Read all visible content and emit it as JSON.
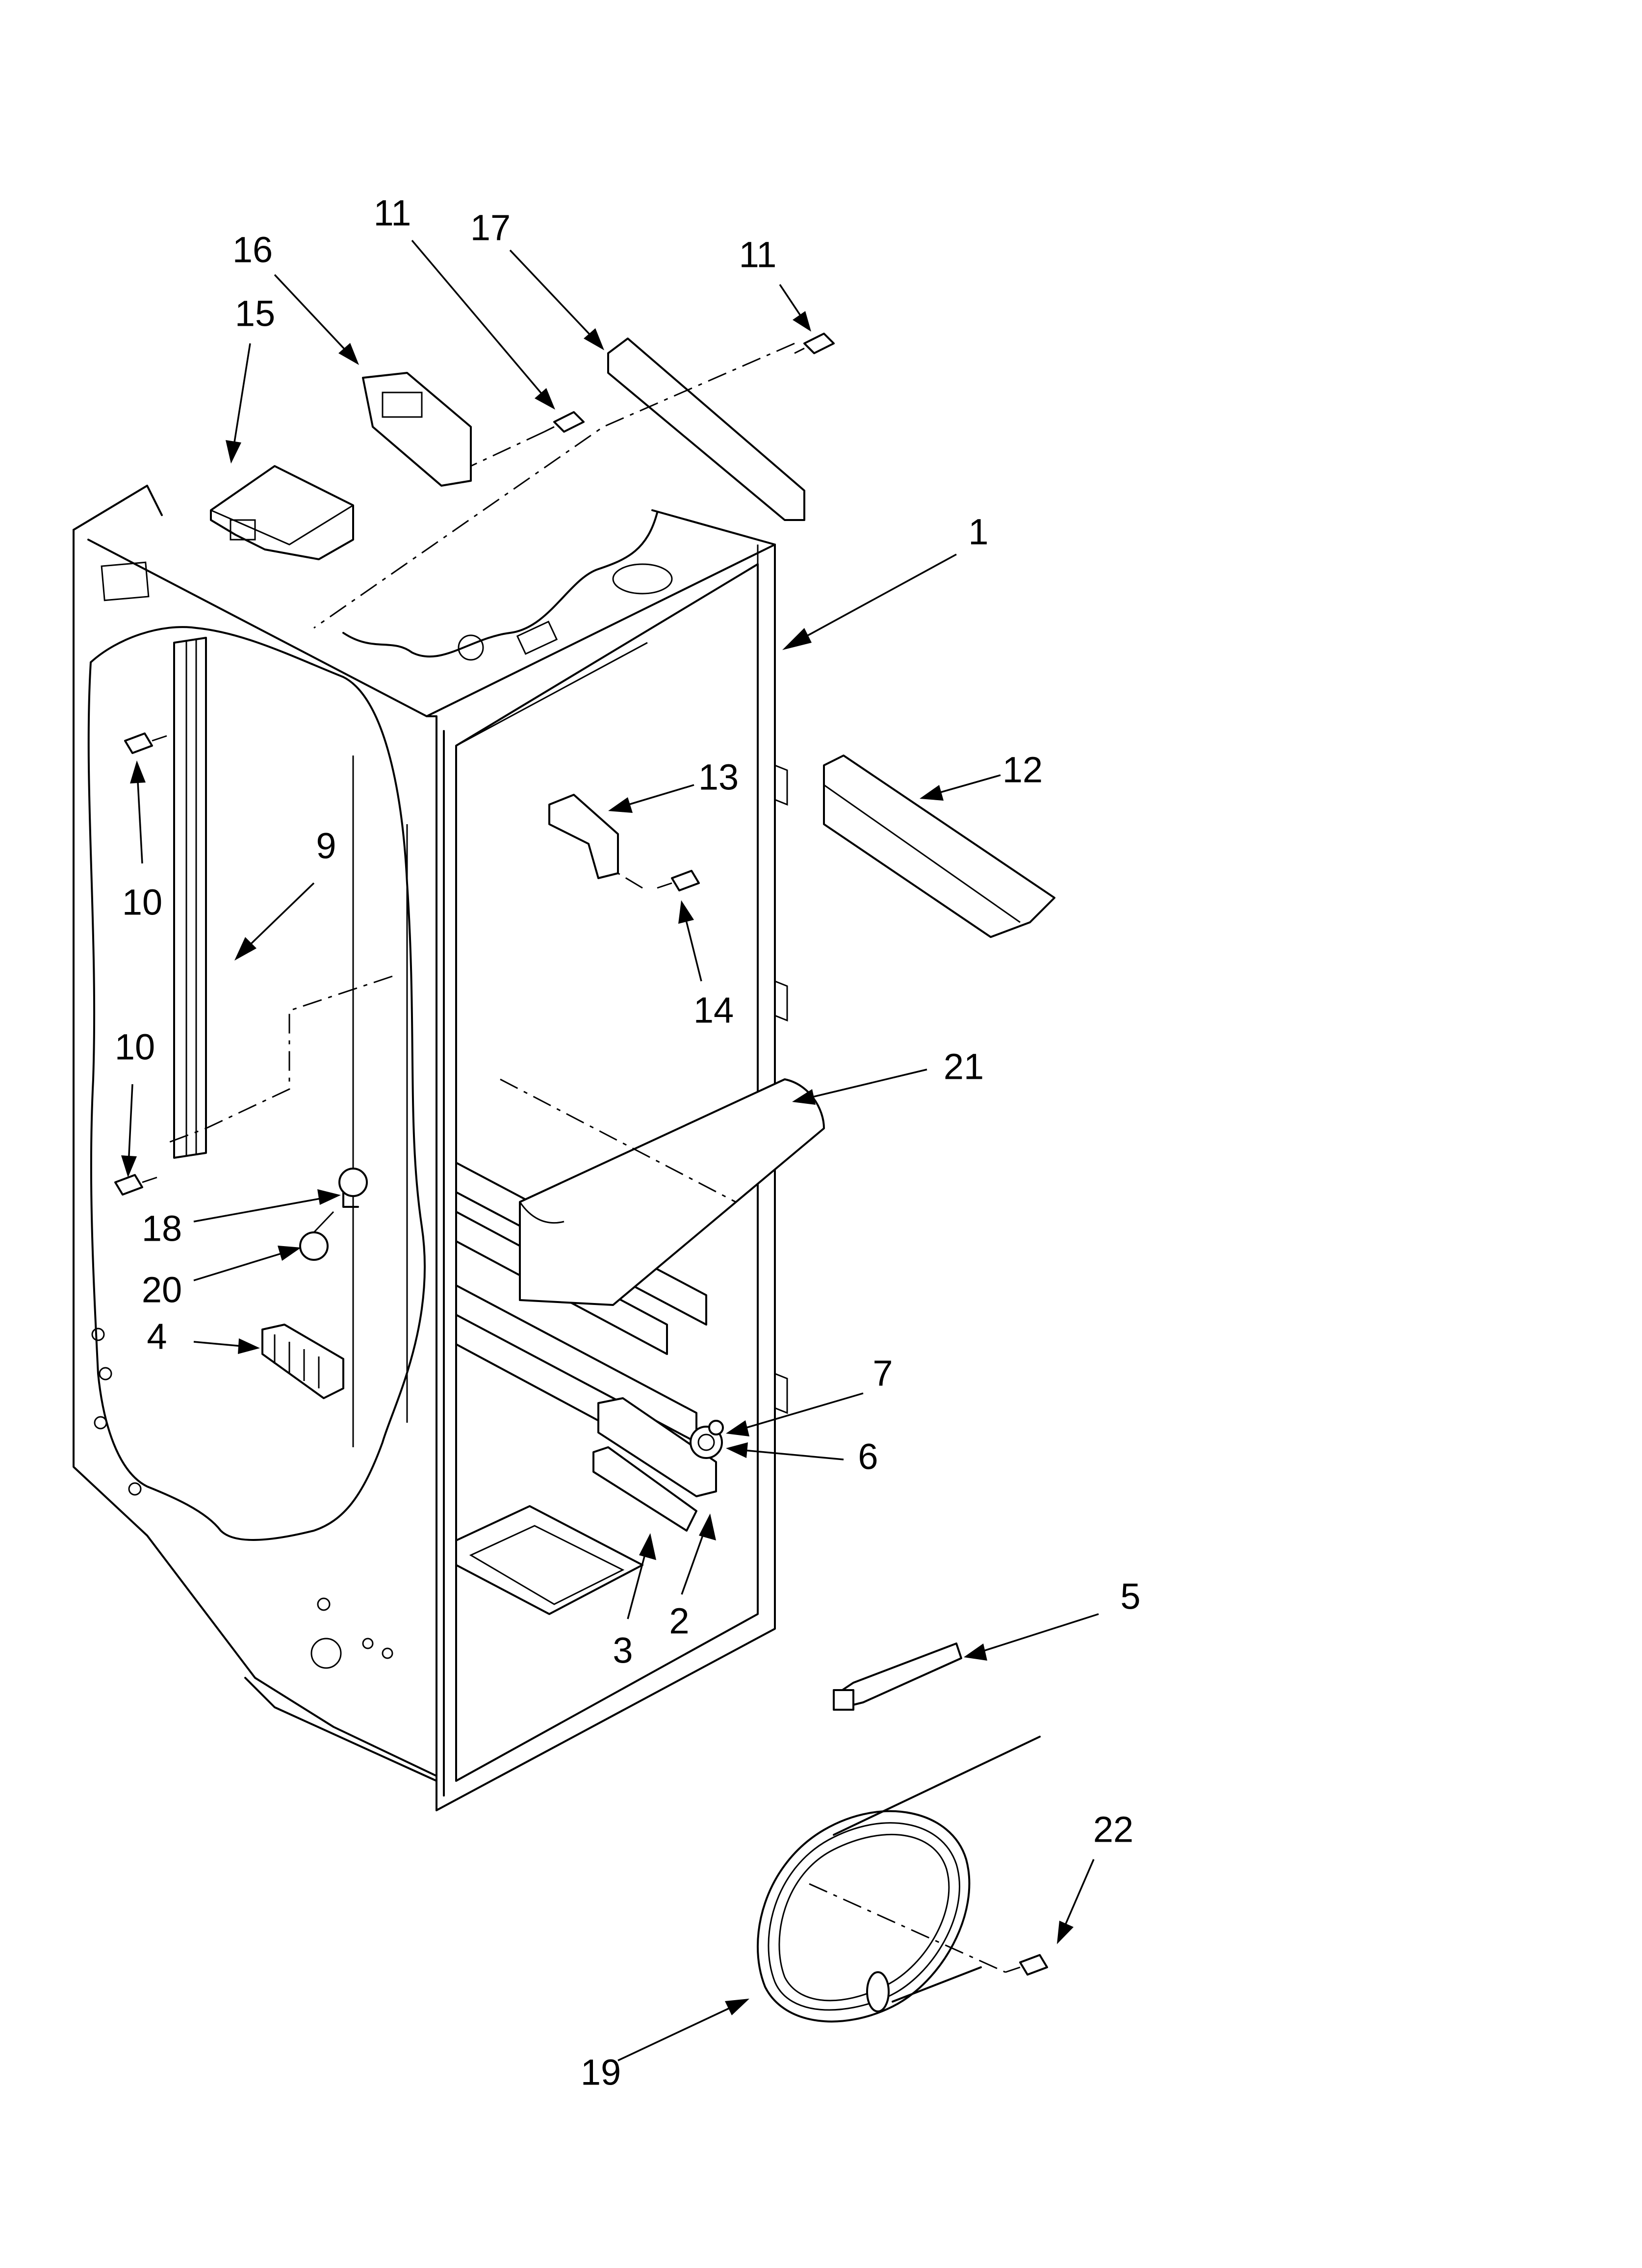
{
  "callouts": [
    {
      "id": "1",
      "label": "1"
    },
    {
      "id": "2",
      "label": "2"
    },
    {
      "id": "3",
      "label": "3"
    },
    {
      "id": "4",
      "label": "4"
    },
    {
      "id": "5",
      "label": "5"
    },
    {
      "id": "6",
      "label": "6"
    },
    {
      "id": "7",
      "label": "7"
    },
    {
      "id": "9",
      "label": "9"
    },
    {
      "id": "10a",
      "label": "10"
    },
    {
      "id": "10b",
      "label": "10"
    },
    {
      "id": "11a",
      "label": "11"
    },
    {
      "id": "11b",
      "label": "11"
    },
    {
      "id": "12",
      "label": "12"
    },
    {
      "id": "13",
      "label": "13"
    },
    {
      "id": "14",
      "label": "14"
    },
    {
      "id": "15",
      "label": "15"
    },
    {
      "id": "16",
      "label": "16"
    },
    {
      "id": "17",
      "label": "17"
    },
    {
      "id": "18",
      "label": "18"
    },
    {
      "id": "19",
      "label": "19"
    },
    {
      "id": "20",
      "label": "20"
    },
    {
      "id": "21",
      "label": "21"
    },
    {
      "id": "22",
      "label": "22"
    }
  ]
}
